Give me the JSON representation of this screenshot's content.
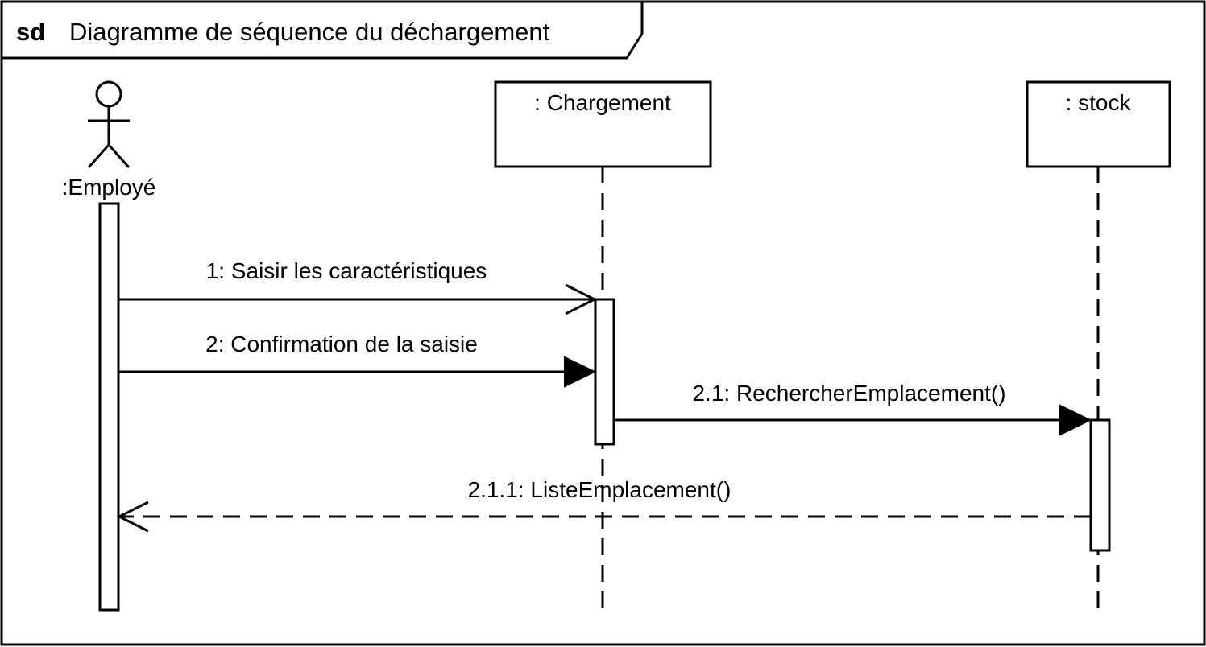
{
  "frame": {
    "keyword": "sd",
    "title": "Diagramme de séquence du déchargement"
  },
  "participants": {
    "employe": {
      "label": ":Employé",
      "kind": "actor"
    },
    "chargement": {
      "label": ": Chargement",
      "kind": "object"
    },
    "stock": {
      "label": ": stock",
      "kind": "object"
    }
  },
  "messages": [
    {
      "label": "1: Saisir les caractéristiques",
      "from": "employe",
      "to": "chargement",
      "style": "asynchronous"
    },
    {
      "label": "2: Confirmation de la saisie",
      "from": "employe",
      "to": "chargement",
      "style": "synchronous"
    },
    {
      "label": "2.1: RechercherEmplacement()",
      "from": "chargement",
      "to": "stock",
      "style": "synchronous"
    },
    {
      "label": "2.1.1: ListeEmplacement()",
      "from": "stock",
      "to": "employe",
      "style": "reply"
    }
  ],
  "colors": {
    "stroke": "#000000",
    "background": "#ffffff"
  }
}
